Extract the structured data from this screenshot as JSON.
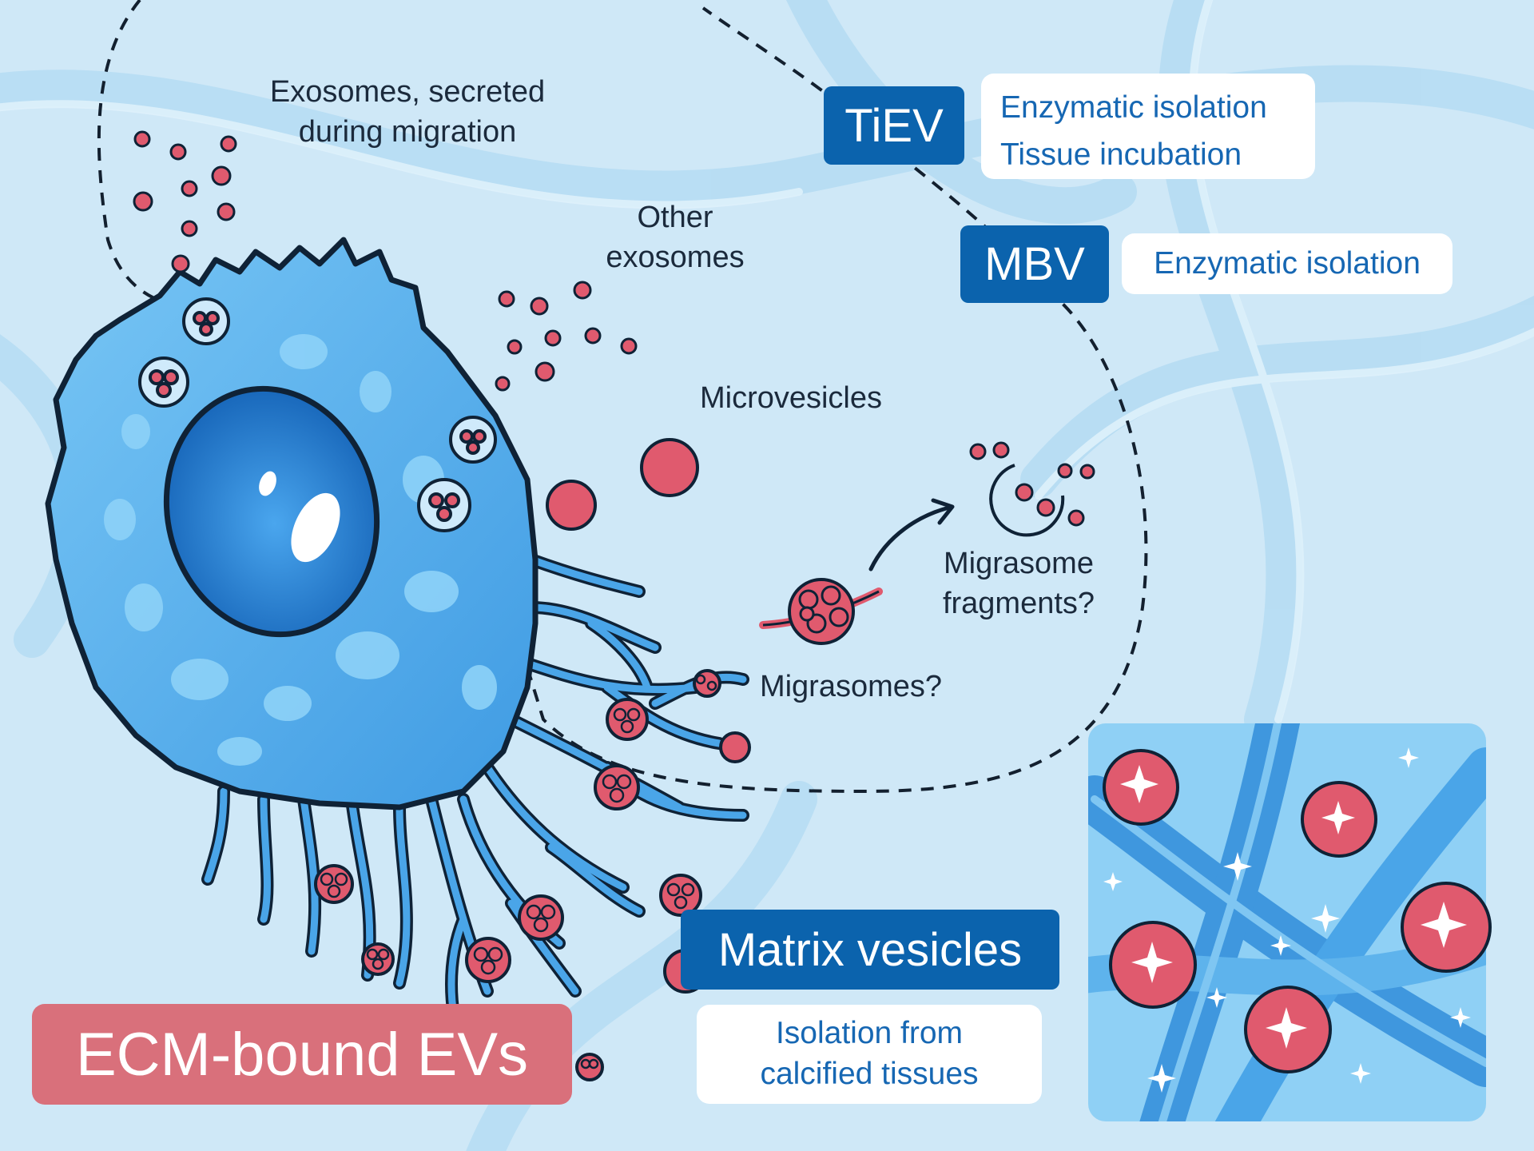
{
  "colors": {
    "background": "#cfe8f7",
    "cell_body": "#5fb4ef",
    "cell_outline": "#0f2236",
    "nucleus": "#1f80d6",
    "vesicle": "#e05a6e",
    "tag_blue": "#0b63ad",
    "info_text": "#1667b3",
    "title_box": "#d9707b"
  },
  "labels": {
    "exosomes_migration": [
      "Exosomes, secreted",
      "during migration"
    ],
    "other_exosomes": [
      "Other",
      "exosomes"
    ],
    "microvesicles": "Microvesicles",
    "migrasome_fragments": [
      "Migrasome",
      "fragments?"
    ],
    "migrasomes": "Migrasomes?"
  },
  "tiev": {
    "tag": "TiEV",
    "methods": [
      "Enzymatic isolation",
      "Tissue incubation"
    ]
  },
  "mbv": {
    "tag": "MBV",
    "method": "Enzymatic isolation"
  },
  "matrix_vesicles": {
    "tag": "Matrix vesicles",
    "method": [
      "Isolation from",
      "calcified tissues"
    ]
  },
  "title": "ECM-bound EVs"
}
